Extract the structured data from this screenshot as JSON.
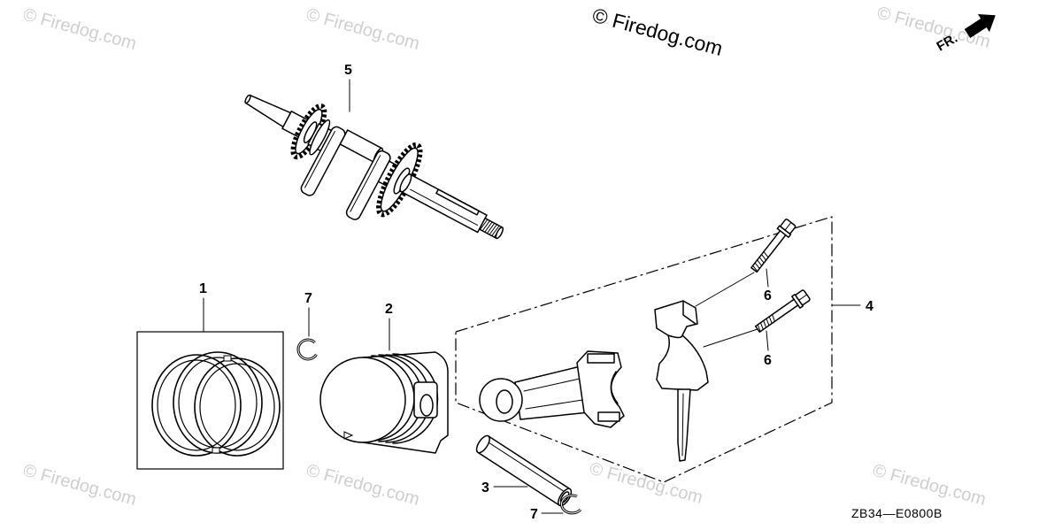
{
  "copyright": "© Firedog.com",
  "watermark_text": "© Firedog.com",
  "direction_label": "FR.",
  "diagram_code": "ZB34—E0800B",
  "callouts": {
    "piston_rings": "1",
    "piston": "2",
    "piston_pin": "3",
    "connecting_rod": "4",
    "crankshaft": "5",
    "rod_bolt_upper": "6",
    "rod_bolt_lower": "6",
    "pin_clip_upper": "7",
    "pin_clip_lower": "7"
  },
  "icons": {
    "direction": "front-arrow-icon"
  },
  "colors": {
    "line": "#000000",
    "watermark": "#cfcfcf",
    "background": "#ffffff"
  }
}
